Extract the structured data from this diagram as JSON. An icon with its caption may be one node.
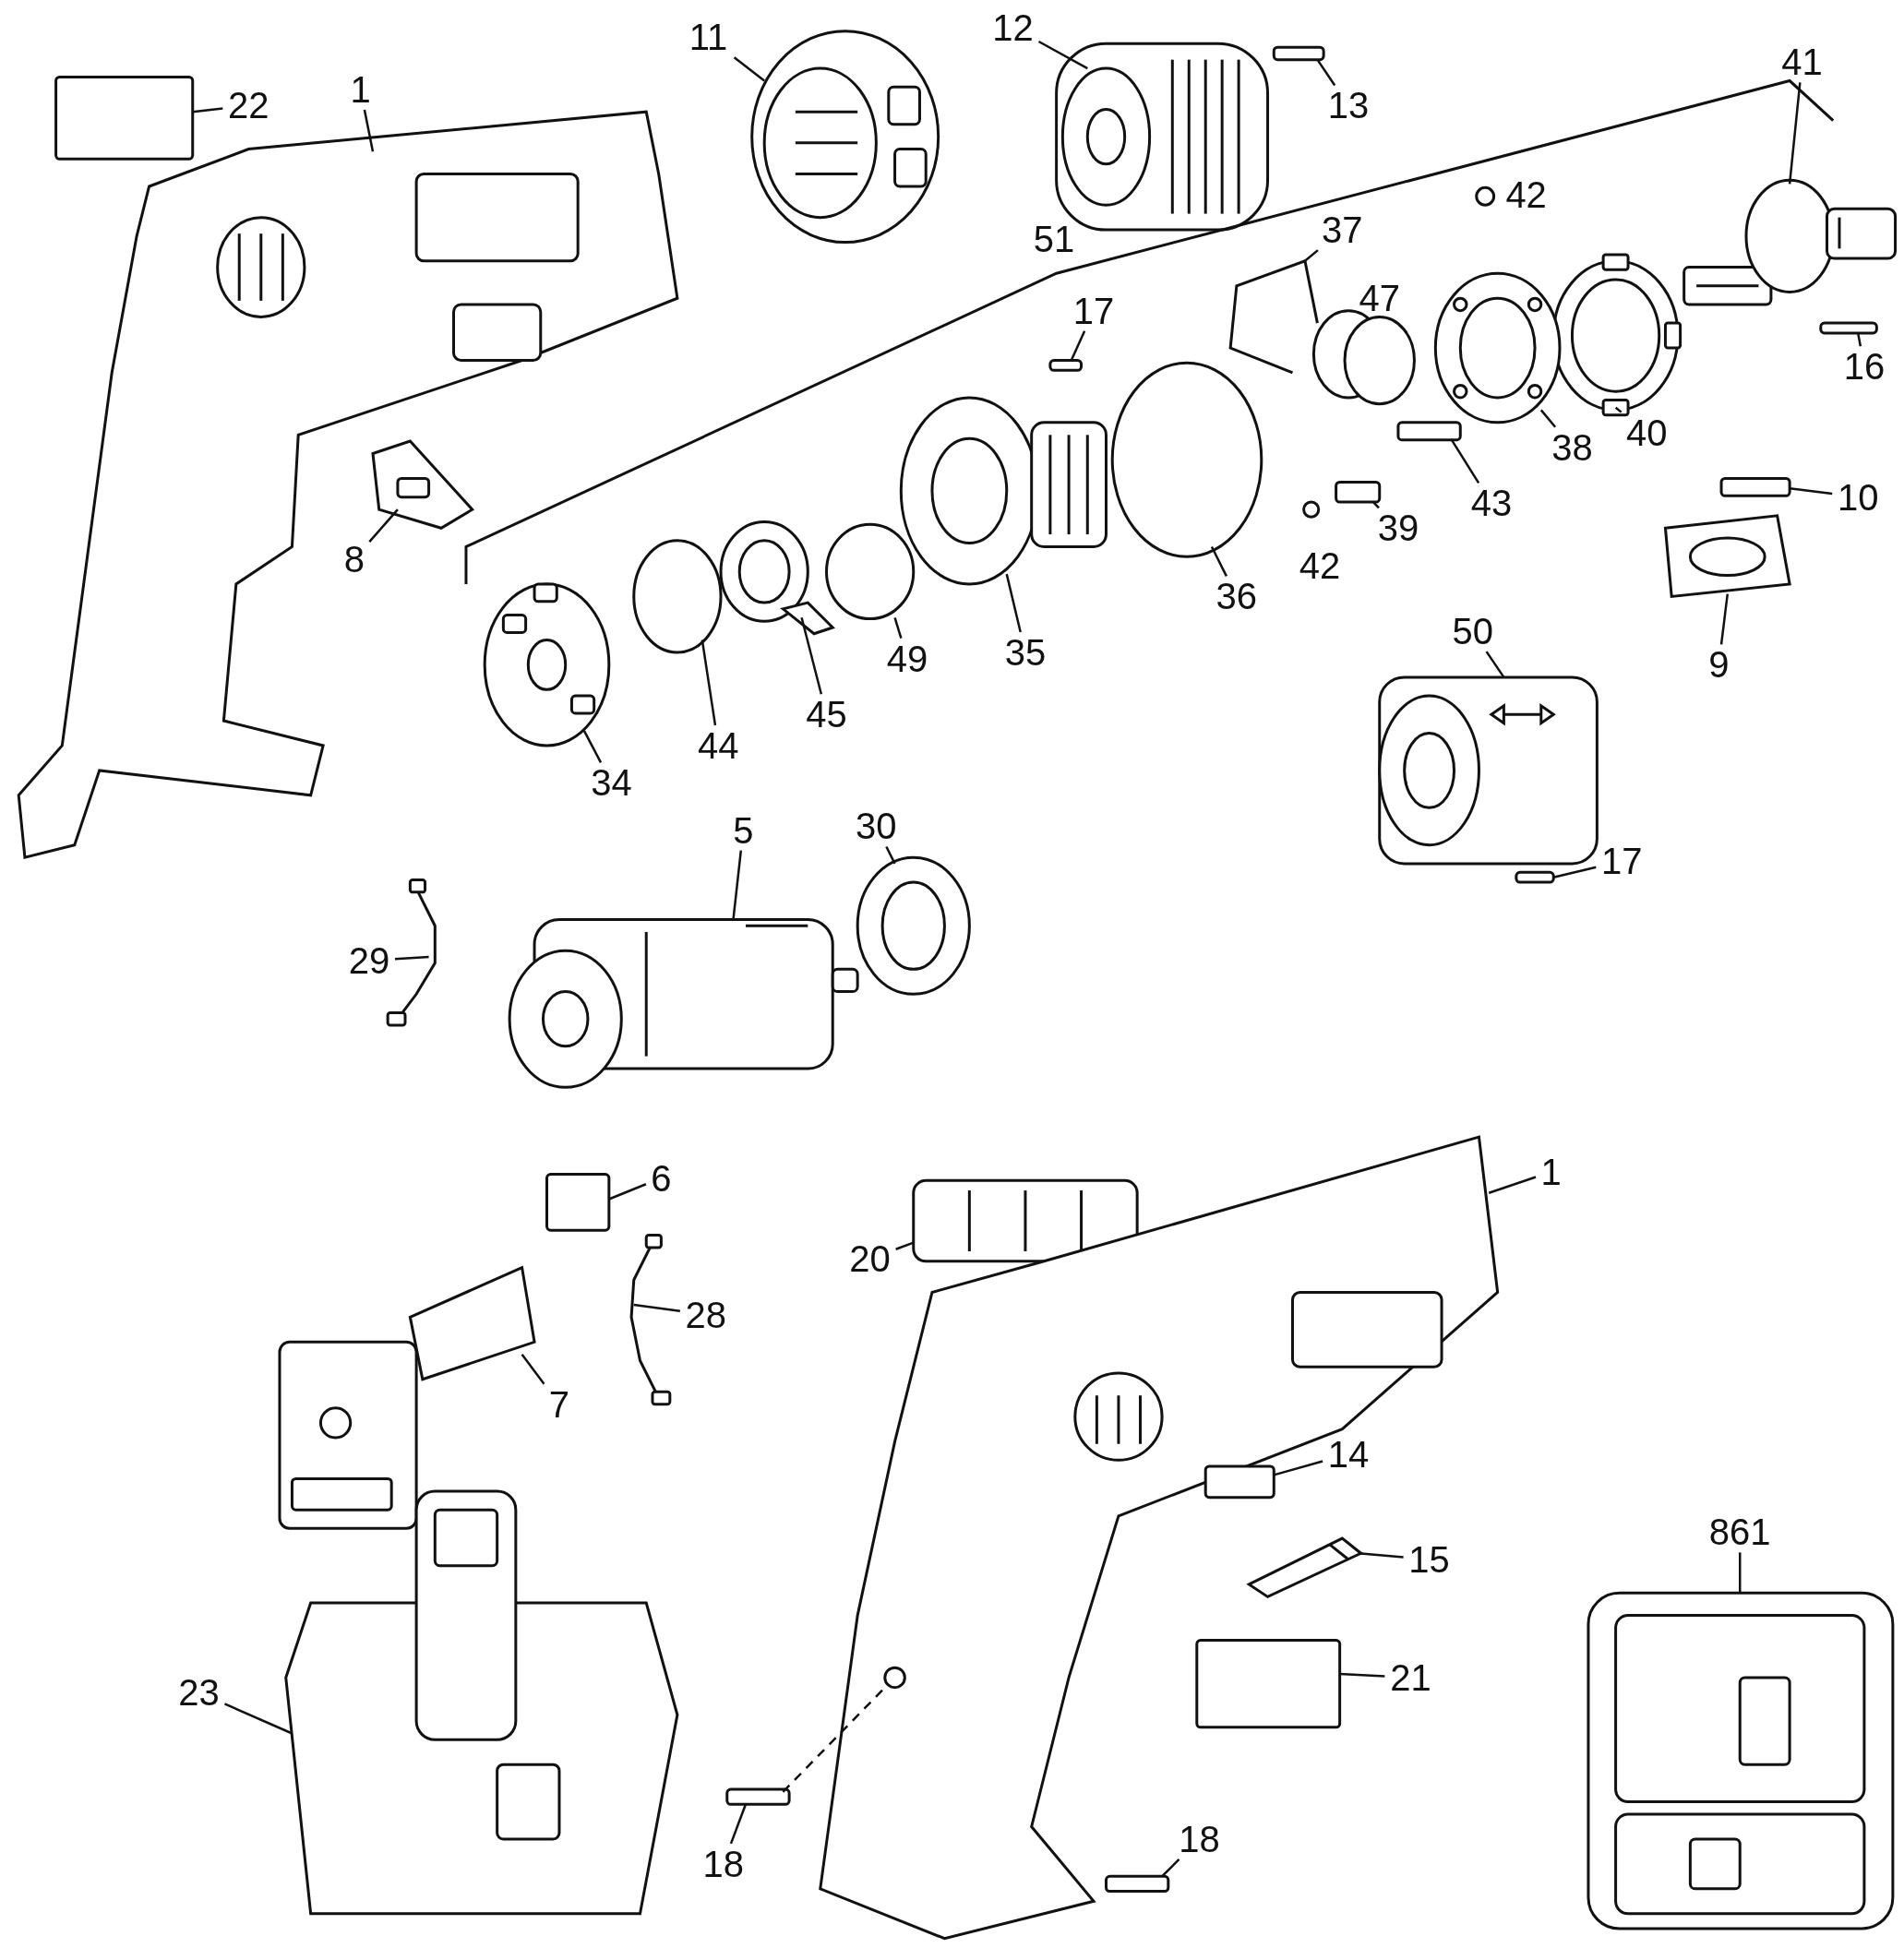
{
  "diagram": {
    "nodes": [
      {
        "text": [
          "22"
        ]
      },
      {
        "text": [
          "1"
        ]
      },
      {
        "text": [
          "11"
        ]
      },
      {
        "text": [
          "12"
        ]
      },
      {
        "text": [
          "13"
        ]
      },
      {
        "text": [
          "41"
        ]
      },
      {
        "text": [
          "37"
        ]
      },
      {
        "text": [
          "17"
        ]
      },
      {
        "text": [
          "16"
        ]
      },
      {
        "text": [
          "10"
        ]
      },
      {
        "text": [
          "40"
        ]
      },
      {
        "text": [
          "38"
        ]
      },
      {
        "text": [
          "43"
        ]
      },
      {
        "text": [
          "39"
        ]
      },
      {
        "text": [
          "36"
        ]
      },
      {
        "text": [
          "35"
        ]
      },
      {
        "text": [
          "49"
        ]
      },
      {
        "text": [
          "45"
        ]
      },
      {
        "text": [
          "44"
        ]
      },
      {
        "text": [
          "34"
        ]
      },
      {
        "text": [
          "8"
        ]
      },
      {
        "text": [
          "9"
        ]
      },
      {
        "text": [
          "50"
        ]
      },
      {
        "text": [
          "17"
        ]
      },
      {
        "text": [
          "5"
        ]
      },
      {
        "text": [
          "30"
        ]
      },
      {
        "text": [
          "29"
        ]
      },
      {
        "text": [
          "6"
        ]
      },
      {
        "text": [
          "20"
        ]
      },
      {
        "text": [
          "1"
        ]
      },
      {
        "text": [
          "28"
        ]
      },
      {
        "text": [
          "7"
        ]
      },
      {
        "text": [
          "14"
        ]
      },
      {
        "text": [
          "15"
        ]
      },
      {
        "text": [
          "23"
        ]
      },
      {
        "text": [
          "21"
        ]
      },
      {
        "text": [
          "18"
        ]
      },
      {
        "text": [
          "18"
        ]
      },
      {
        "text": [
          "861"
        ]
      },
      {
        "text": [],
        "shape": "box"
      },
      {
        "text": [],
        "shape": "picture"
      },
      {
        "text": [],
        "shape": "picture"
      },
      {
        "text": [],
        "shape": "picture"
      },
      {
        "text": [],
        "shape": "box"
      },
      {
        "text": [],
        "shape": "picture"
      },
      {
        "text": [],
        "shape": "picture"
      },
      {
        "text": [],
        "shape": "box"
      },
      {
        "text": [],
        "shape": "box"
      },
      {
        "text": [],
        "shape": "box"
      },
      {
        "text": [],
        "shape": "picture"
      },
      {
        "text": [],
        "shape": "picture"
      },
      {
        "text": [],
        "shape": "box"
      },
      {
        "text": [],
        "shape": "box"
      },
      {
        "text": [],
        "shape": "circle"
      },
      {
        "text": [],
        "shape": "picture"
      },
      {
        "text": [],
        "shape": "circle"
      },
      {
        "text": [],
        "shape": "picture"
      },
      {
        "text": [],
        "shape": "circle"
      },
      {
        "text": [],
        "shape": "picture"
      },
      {
        "text": [],
        "shape": "picture"
      },
      {
        "text": [],
        "shape": "picture"
      },
      {
        "text": [],
        "shape": "picture"
      },
      {
        "text": [],
        "shape": "box"
      },
      {
        "text": [],
        "shape": "picture"
      },
      {
        "text": [],
        "shape": "picture"
      },
      {
        "text": [],
        "shape": "picture"
      },
      {
        "text": [],
        "shape": "box"
      },
      {
        "text": [],
        "shape": "picture"
      },
      {
        "text": [],
        "shape": "picture"
      },
      {
        "text": [],
        "shape": "picture"
      },
      {
        "text": [],
        "shape": "picture"
      },
      {
        "text": [],
        "shape": "box"
      },
      {
        "text": [],
        "shape": "picture"
      },
      {
        "text": [],
        "shape": "picture"
      },
      {
        "text": [],
        "shape": "box"
      },
      {
        "text": [],
        "shape": "box"
      },
      {
        "text": [],
        "shape": "box"
      },
      {
        "text": [],
        "shape": "picture"
      }
    ],
    "edges": [
      {
        "from": 0,
        "to": 39,
        "arrow": "none"
      },
      {
        "from": 1,
        "to": 40,
        "arrow": "none"
      },
      {
        "from": 2,
        "to": 41,
        "arrow": "none"
      },
      {
        "from": 3,
        "to": 42,
        "arrow": "none"
      },
      {
        "from": 4,
        "to": 43,
        "arrow": "none"
      },
      {
        "from": 5,
        "to": 44,
        "arrow": "none"
      },
      {
        "from": 6,
        "to": 45,
        "arrow": "none"
      },
      {
        "from": 7,
        "to": 46,
        "arrow": "none"
      },
      {
        "from": 8,
        "to": 47,
        "arrow": "none"
      },
      {
        "from": 9,
        "to": 48,
        "arrow": "none"
      },
      {
        "from": 10,
        "to": 49,
        "arrow": "none"
      },
      {
        "from": 11,
        "to": 50,
        "arrow": "none"
      },
      {
        "from": 12,
        "to": 51,
        "arrow": "none"
      },
      {
        "from": 13,
        "to": 52,
        "arrow": "none"
      },
      {
        "from": 14,
        "to": 53,
        "arrow": "none"
      },
      {
        "from": 15,
        "to": 54,
        "arrow": "none"
      },
      {
        "from": 16,
        "to": 55,
        "arrow": "none"
      },
      {
        "from": 17,
        "to": 56,
        "arrow": "none"
      },
      {
        "from": 18,
        "to": 57,
        "arrow": "none"
      },
      {
        "from": 19,
        "to": 58,
        "arrow": "none"
      },
      {
        "from": 20,
        "to": 59,
        "arrow": "none"
      },
      {
        "from": 21,
        "to": 60,
        "arrow": "none"
      },
      {
        "from": 22,
        "to": 61,
        "arrow": "none"
      },
      {
        "from": 23,
        "to": 62,
        "arrow": "none"
      },
      {
        "from": 24,
        "to": 63,
        "arrow": "none"
      },
      {
        "from": 25,
        "to": 64,
        "arrow": "none"
      },
      {
        "from": 26,
        "to": 65,
        "arrow": "none"
      },
      {
        "from": 27,
        "to": 66,
        "arrow": "none"
      },
      {
        "from": 28,
        "to": 67,
        "arrow": "none"
      },
      {
        "from": 29,
        "to": 68,
        "arrow": "none"
      },
      {
        "from": 30,
        "to": 69,
        "arrow": "none"
      },
      {
        "from": 31,
        "to": 70,
        "arrow": "none"
      },
      {
        "from": 32,
        "to": 71,
        "arrow": "none"
      },
      {
        "from": 33,
        "to": 72,
        "arrow": "none"
      },
      {
        "from": 34,
        "to": 73,
        "arrow": "none"
      },
      {
        "from": 35,
        "to": 74,
        "arrow": "none"
      },
      {
        "from": 36,
        "to": 75,
        "arrow": "none"
      },
      {
        "from": 37,
        "to": 76,
        "arrow": "none"
      },
      {
        "from": 38,
        "to": 77,
        "arrow": "none"
      },
      {
        "from": 75,
        "to": 68,
        "arrow": "none",
        "style": "dashed"
      }
    ],
    "labels": [
      "51",
      "42",
      "47",
      "42"
    ]
  }
}
